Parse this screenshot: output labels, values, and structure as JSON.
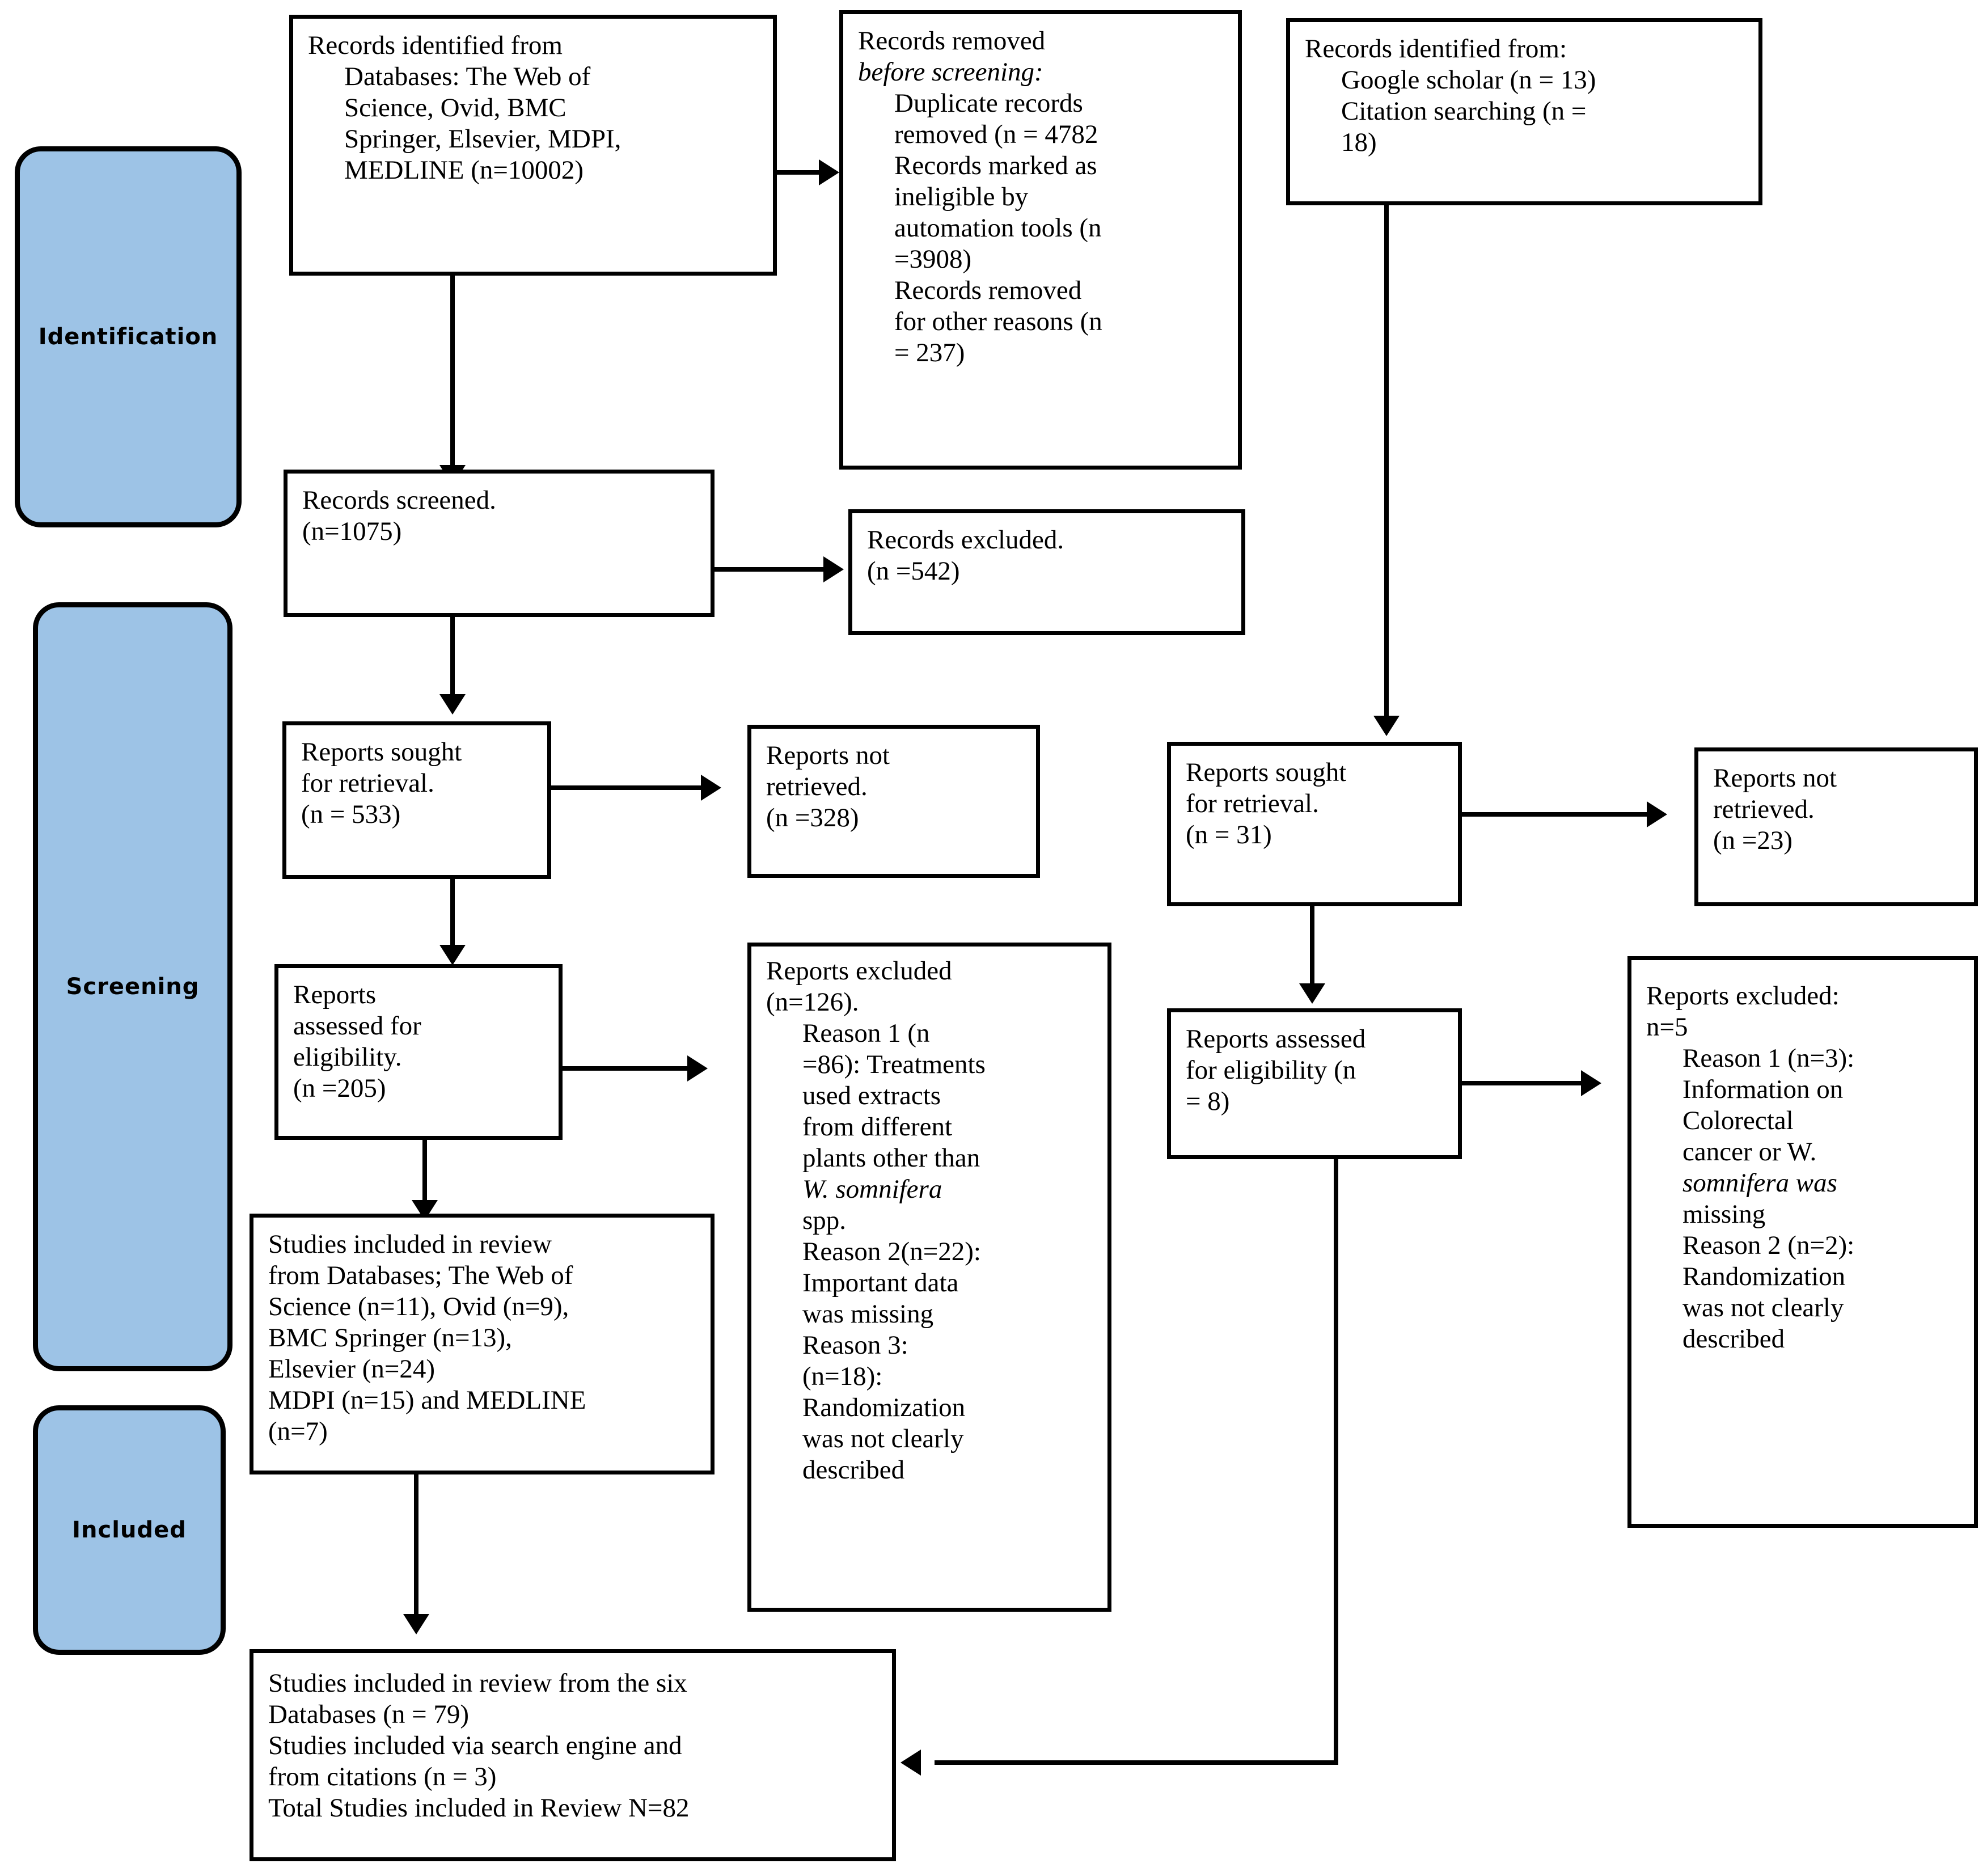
{
  "diagram": {
    "title": "PRISMA 2020 flow diagram",
    "accent_blue": "#9DC3E6",
    "line_color": "#000000"
  },
  "stages": [
    {
      "key": "identification",
      "label": "Identification"
    },
    {
      "key": "screening",
      "label": "Screening"
    },
    {
      "key": "included",
      "label": "Included"
    }
  ],
  "nodes": {
    "records_identified_db": {
      "lines": [
        "Records identified from",
        "Databases: The Web of",
        "Science, Ovid, BMC",
        "Springer, Elsevier, MDPI,",
        "MEDLINE (n=10002)"
      ]
    },
    "records_removed": {
      "lines": [
        "Records removed",
        "before screening:",
        "Duplicate records",
        "removed (n = 4782",
        "Records marked as",
        "ineligible by",
        "automation tools (n",
        "=3908)",
        "Records removed",
        "for other reasons (n",
        "= 237)"
      ]
    },
    "records_identified_other": {
      "lines": [
        "Records identified from:",
        "Google scholar (n = 13)",
        "Citation searching (n =",
        "18)"
      ]
    },
    "records_screened": {
      "lines": [
        "Records screened.",
        "(n=1075)"
      ]
    },
    "records_excluded": {
      "lines": [
        "Records excluded.",
        "(n =542)"
      ]
    },
    "reports_sought_db": {
      "lines": [
        "Reports sought",
        "for retrieval.",
        "(n = 533)"
      ]
    },
    "reports_not_retrieved_db": {
      "lines": [
        "Reports not",
        "retrieved.",
        "(n =328)"
      ]
    },
    "reports_sought_other": {
      "lines": [
        "Reports sought",
        "for retrieval.",
        "(n = 31)"
      ]
    },
    "reports_not_retrieved_other": {
      "lines": [
        "Reports not",
        "retrieved.",
        "(n =23)"
      ]
    },
    "reports_assessed_db": {
      "lines": [
        "Reports",
        "assessed for",
        "eligibility.",
        "(n =205)"
      ]
    },
    "reports_excluded_db": {
      "lines": [
        "Reports excluded",
        "(n=126).",
        "Reason 1 (n",
        "=86): Treatments",
        "used extracts",
        "from different",
        "plants other than",
        "W. somnifera",
        "spp.",
        "Reason 2(n=22):",
        "Important data",
        "was missing",
        "Reason 3:",
        "(n=18):",
        "Randomization",
        "was not clearly",
        "described"
      ]
    },
    "reports_assessed_other": {
      "lines": [
        "Reports assessed",
        "for eligibility (n",
        "= 8)"
      ]
    },
    "reports_excluded_other": {
      "lines": [
        "Reports excluded:",
        "n=5",
        "Reason 1 (n=3):",
        "Information on",
        "Colorectal",
        "cancer or W.",
        "somnifera was",
        "missing",
        "Reason 2 (n=2):",
        "Randomization",
        "was not clearly",
        "described"
      ]
    },
    "studies_included_db": {
      "lines": [
        "Studies included in review",
        "from Databases; The Web of",
        "Science (n=11), Ovid (n=9),",
        "BMC Springer (n=13),",
        "Elsevier (n=24)",
        "MDPI (n=15) and MEDLINE",
        "(n=7)"
      ]
    },
    "studies_included_total": {
      "lines": [
        "Studies included in review from the six",
        "Databases (n = 79)",
        "Studies included via search engine and",
        "from citations (n = 3)",
        "Total Studies included in Review N=82"
      ]
    }
  }
}
